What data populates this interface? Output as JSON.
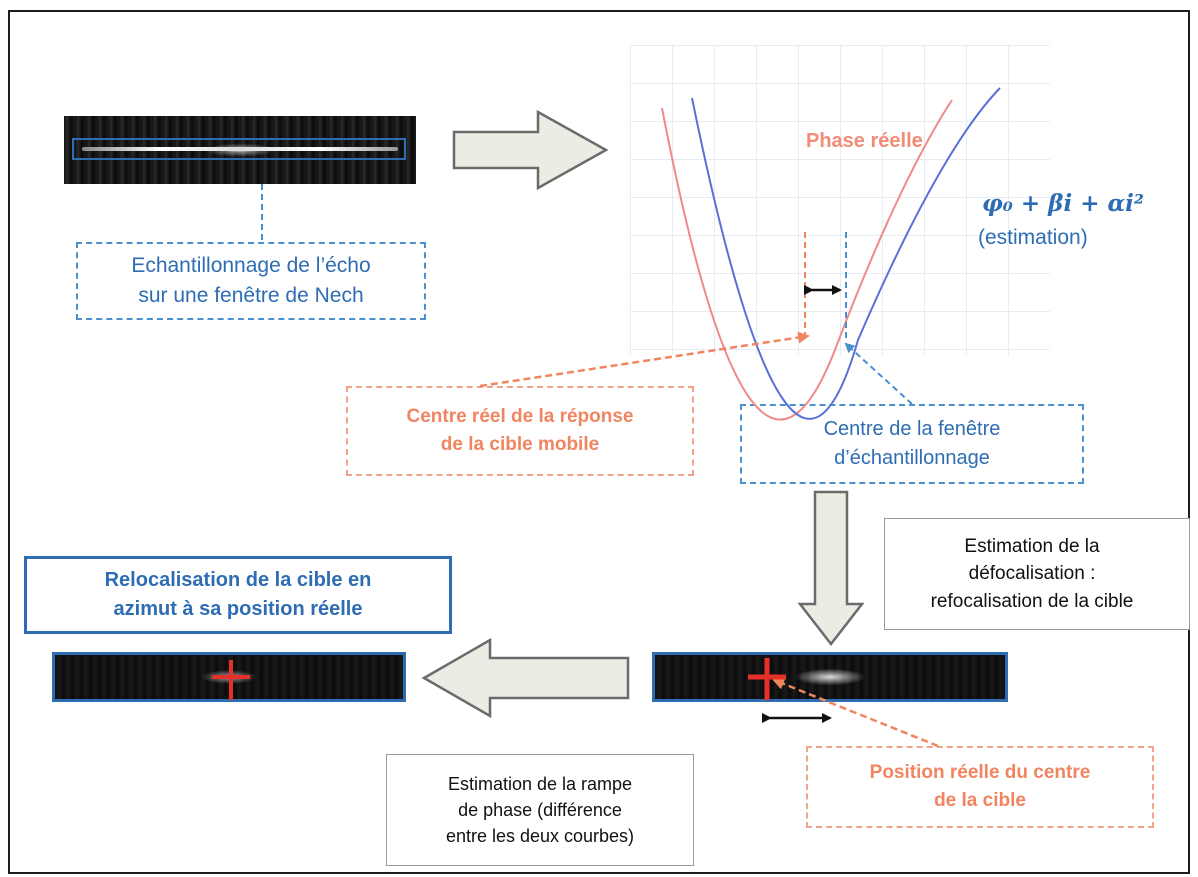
{
  "labels": {
    "sampling_box": [
      "Echantillonnage  de l’écho",
      "sur une fenêtre de Nech"
    ],
    "phase_reelle": "Phase réelle",
    "formula": "φ₀ + βi + αi²",
    "estimation": "(estimation)",
    "centre_reel": [
      "Centre réel de la réponse",
      "de la cible mobile"
    ],
    "centre_fenetre": [
      "Centre de la fenêtre",
      "d’échantillonnage"
    ],
    "defocalisation": [
      "Estimation de la",
      "défocalisation :",
      "refocalisation de la cible"
    ],
    "relocalisation": [
      "Relocalisation de la cible en",
      "azimut à sa position réelle"
    ],
    "rampe": [
      "Estimation de la rampe",
      "de phase (différence",
      "entre les deux courbes)"
    ],
    "position_reelle": [
      "Position réelle du centre",
      "de la cible"
    ]
  },
  "colors": {
    "blue": "#2e6db4",
    "red": "#f08560",
    "curve_red": "#f08a8a",
    "curve_blue": "#5a6fd8",
    "arrow_fill": "#ecece4",
    "cross": "#e8302a"
  }
}
